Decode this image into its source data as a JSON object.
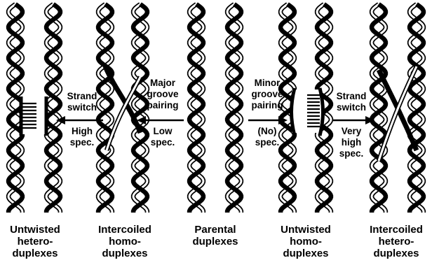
{
  "captions": [
    {
      "lines": [
        "Untwisted",
        "hetero-",
        "duplexes"
      ]
    },
    {
      "lines": [
        "Intercoiled",
        "homo-",
        "duplexes"
      ]
    },
    {
      "lines": [
        "Parental",
        "duplexes"
      ]
    },
    {
      "lines": [
        "Untwisted",
        "homo-",
        "duplexes"
      ]
    },
    {
      "lines": [
        "Intercoiled",
        "hetero-",
        "duplexes"
      ]
    }
  ],
  "arrow_labels": [
    {
      "above": [
        "Strand",
        "switch"
      ],
      "below": [
        "High",
        "spec."
      ],
      "direction": "left"
    },
    {
      "above": [
        "Major",
        "groove",
        "pairing"
      ],
      "below": [
        "Low",
        "spec."
      ],
      "direction": "left"
    },
    {
      "above": [
        "Minor",
        "groove",
        "pairing"
      ],
      "below": [
        "(No)",
        "spec."
      ],
      "direction": "right"
    },
    {
      "above": [
        "Strand",
        "switch"
      ],
      "below": [
        "Very",
        "high",
        "spec."
      ],
      "direction": "right"
    }
  ],
  "colors": {
    "ink": "#000000",
    "paper": "#ffffff"
  }
}
